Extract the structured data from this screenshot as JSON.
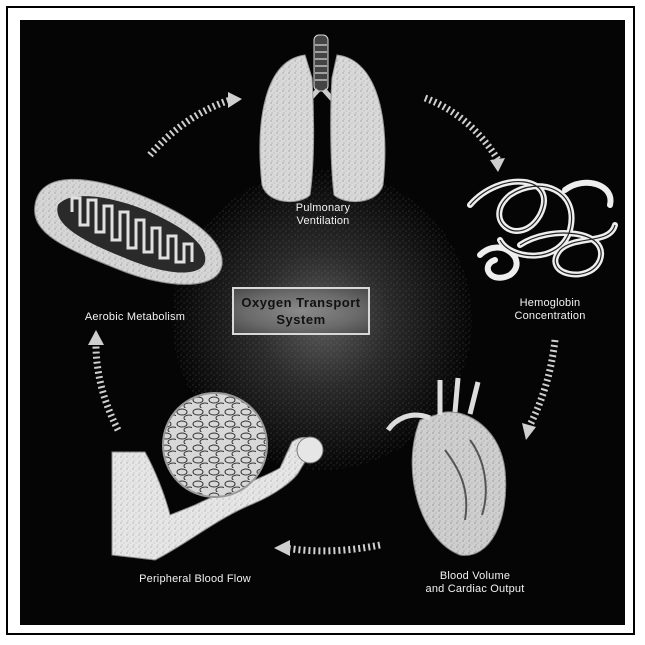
{
  "diagram": {
    "center_title_line1": "Oxygen Transport",
    "center_title_line2": "System",
    "stages": {
      "pulmonary": {
        "line1": "Pulmonary",
        "line2": "Ventilation"
      },
      "hemoglobin": {
        "line1": "Hemoglobin",
        "line2": "Concentration"
      },
      "blood_volume": {
        "line1": "Blood Volume",
        "line2": "and Cardiac Output"
      },
      "peripheral": {
        "line1": "Peripheral Blood Flow"
      },
      "aerobic": {
        "line1": "Aerobic Metabolism"
      }
    }
  },
  "colors": {
    "panel": "#050505",
    "arrow": "#cfcfcf",
    "text": "#f2f2f2"
  }
}
